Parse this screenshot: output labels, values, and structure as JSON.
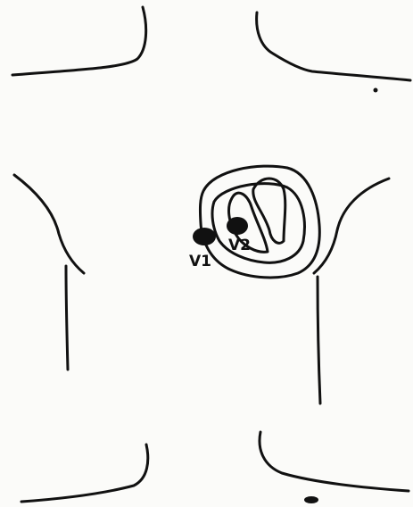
{
  "diagram": {
    "electrodes": [
      {
        "id": "v1",
        "label": "V1"
      },
      {
        "id": "v2",
        "label": "V2"
      }
    ],
    "colors": {
      "ink": "#111111",
      "paper": "#fbfbf9"
    }
  }
}
